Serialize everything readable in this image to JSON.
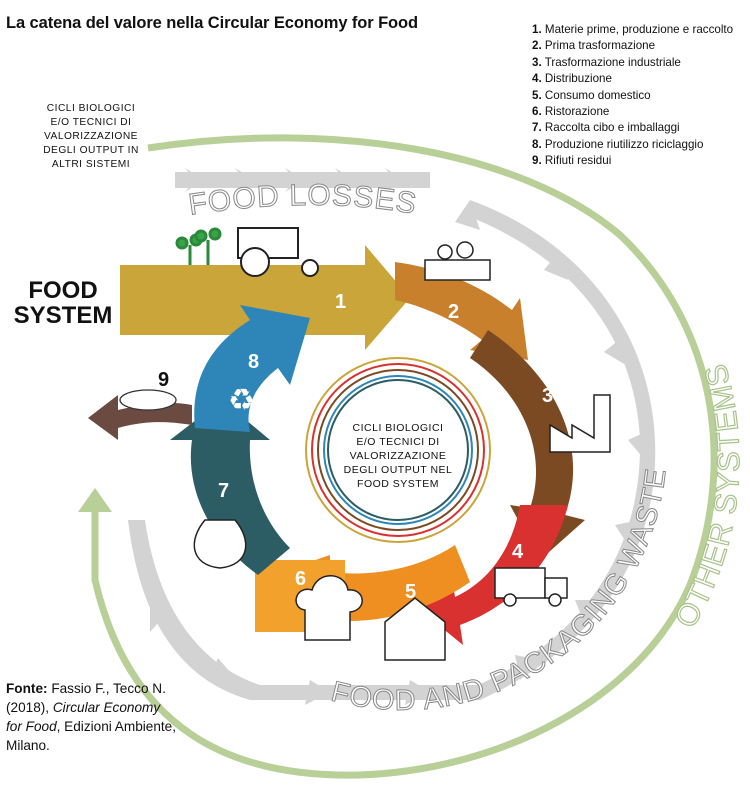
{
  "title": "La catena del valore nella Circular Economy for Food",
  "legend": [
    {
      "num": "1.",
      "text": "Materie prime, produzione e raccolto"
    },
    {
      "num": "2.",
      "text": "Prima trasformazione"
    },
    {
      "num": "3.",
      "text": "Trasformazione industriale"
    },
    {
      "num": "4.",
      "text": "Distribuzione"
    },
    {
      "num": "5.",
      "text": "Consumo domestico"
    },
    {
      "num": "6.",
      "text": "Ristorazione"
    },
    {
      "num": "7.",
      "text": "Raccolta cibo e imballaggi"
    },
    {
      "num": "8.",
      "text": "Produzione riutilizzo riciclaggio"
    },
    {
      "num": "9.",
      "text": "Rifiuti residui"
    }
  ],
  "outer_cycles_label": "CICLI BIOLOGICI E/O TECNICI DI VALORIZZAZIONE DEGLI OUTPUT IN ALTRI SISTEMI",
  "outer_cycles_lines": [
    "CICLI BIOLOGICI",
    "E/O TECNICI DI",
    "VALORIZZAZIONE",
    "DEGLI OUTPUT IN",
    "ALTRI SISTEMI"
  ],
  "food_system_lines": [
    "FOOD",
    "SYSTEM"
  ],
  "food_losses": "FOOD LOSSES",
  "food_packaging_waste": "FOOD AND PACKAGING WASTE",
  "other_systems": "OTHER SYSTEMS",
  "inner_label_lines": [
    "CICLI BIOLOGICI",
    "E/O TECNICI DI",
    "VALORIZZAZIONE",
    "DEGLI OUTPUT NEL",
    "FOOD SYSTEM"
  ],
  "stage_numbers": [
    "1",
    "2",
    "3",
    "4",
    "5",
    "6",
    "7",
    "8",
    "9"
  ],
  "colors": {
    "stage1": "#c9a53a",
    "stage2": "#c9802c",
    "stage3": "#7b4a23",
    "stage4": "#d9312f",
    "stage5": "#ef8f22",
    "stage6": "#f3a12d",
    "stage7": "#2c5d64",
    "stage8": "#2e86b8",
    "stage9": "#6b4a42",
    "outer_green": "#b9cf98",
    "gray_arrows": "#d3d3d3"
  },
  "source": {
    "label": "Fonte:",
    "authors": "Fassio F., Tecco N. (2018),",
    "book": "Circular Economy for Food",
    "publisher": ", Edizioni Ambiente, Milano."
  }
}
